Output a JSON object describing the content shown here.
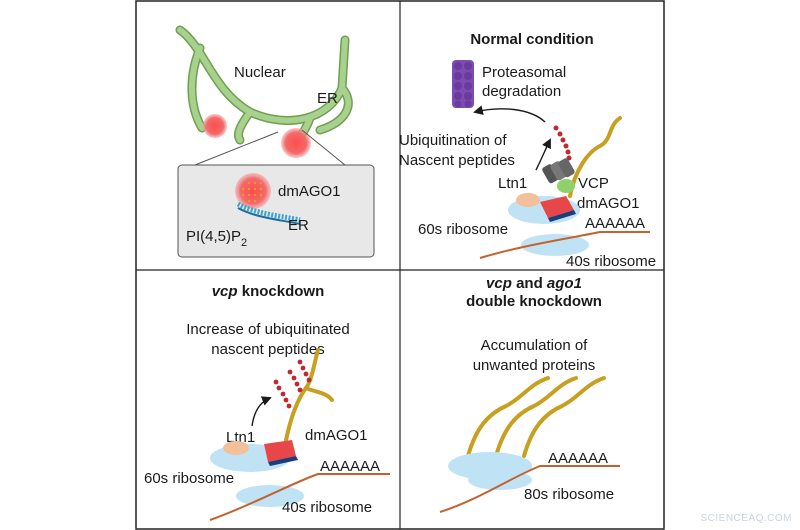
{
  "panels": {
    "top_left": {
      "nuclear": "Nuclear",
      "er": "ER",
      "inset_protein": "dmAGO1",
      "inset_lipid_main": "PI(4,5)P",
      "inset_lipid_sub": "2",
      "inset_er": "ER"
    },
    "top_right": {
      "title": "Normal condition",
      "proteasome_line1": "Proteasomal",
      "proteasome_line2": "degradation",
      "ubiq_line1": "Ubiquitination of",
      "ubiq_line2": "Nascent peptides",
      "ltn1": "Ltn1",
      "vcp": "VCP",
      "dmago1": "dmAGO1",
      "ribo60": "60s ribosome",
      "polya": "AAAAAA",
      "ribo40": "40s ribosome"
    },
    "bottom_left": {
      "title_italic": "vcp",
      "title_rest": " knockdown",
      "note_line1": "Increase of ubiquitinated",
      "note_line2": "nascent peptides",
      "ltn1": "Ltn1",
      "dmago1": "dmAGO1",
      "ribo60": "60s ribosome",
      "polya": "AAAAAA",
      "ribo40": "40s ribosome"
    },
    "bottom_right": {
      "title_italic1": "vcp",
      "title_mid": " and ",
      "title_italic2": "ago1",
      "title_line2": "double knockdown",
      "note_line1": "Accumulation of",
      "note_line2": "unwanted proteins",
      "polya": "AAAAAA",
      "ribo80": "80s ribosome"
    }
  },
  "watermark": "SCIENCEAQ.COM",
  "colors": {
    "er_green": "#a9d18e",
    "er_green_dark": "#6f9f52",
    "red_dot": "#f06a6a",
    "ribosome_blue": "#bfe3f5",
    "peptide_gold": "#c8a020",
    "ubiquitin_red": "#c0282d",
    "mrna_orange": "#c4622d",
    "proteasome_purple": "#6a3a9c",
    "ago1_red": "#e8474a",
    "ltn1_peach": "#f2c09a",
    "vcp_gray": "#6b6b6b",
    "vcp_green": "#8fd16a"
  }
}
